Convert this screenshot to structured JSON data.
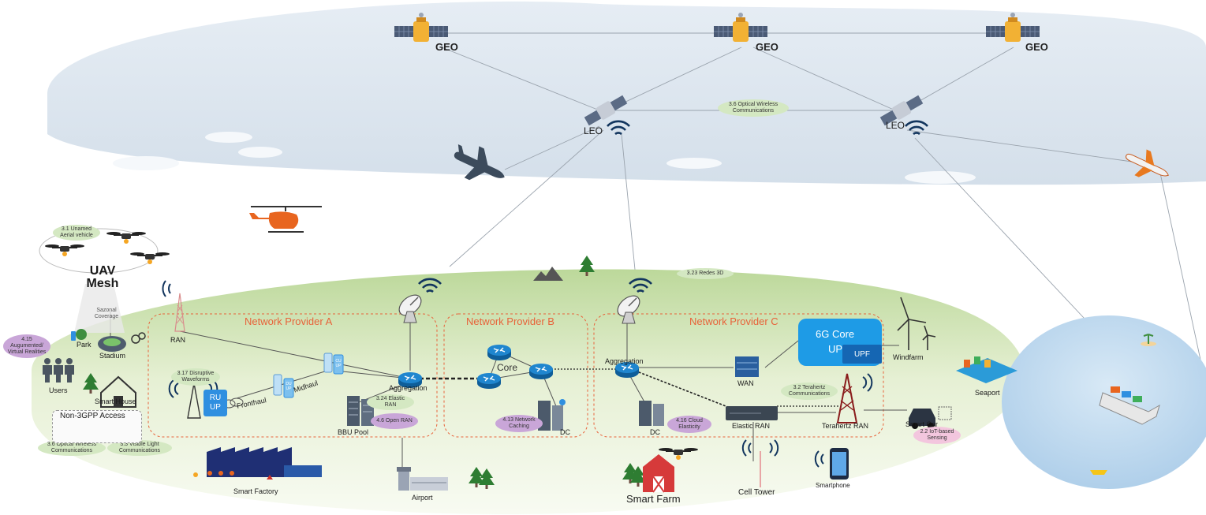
{
  "satellites": {
    "geo_label": "GEO",
    "leo_label": "LEO"
  },
  "annotations": {
    "owc_sky": "3.6 Optical Wireless Communications",
    "uav": "3.1 Unamed Aerial vehicle",
    "redes3d": "3.23 Redes 3D",
    "ar_vr": "4.15 Augumented/ Virtual Realities",
    "disruptive": "3.17 Disruptive Waveforms",
    "elastic_ran_pill": "3.24 Elastic RAN",
    "open_ran": "4.6 Open RAN",
    "net_caching": "4.13 Network Caching",
    "cloud_elasticity": "4.16 Cloud Elasticity",
    "terahertz_comm": "3.2 Terahertz Communications",
    "iot_sensing": "2.2 IoT-based Sensing",
    "owc_ground": "3.6 Optical Wireless Communications",
    "vlc": "3.3 Visible Light Communications"
  },
  "providers": {
    "a": "Network Provider A",
    "b": "Network Provider B",
    "c": "Network Provider C"
  },
  "labels": {
    "uav_mesh": "UAV Mesh",
    "sazonal": "Sazonal Coverage",
    "park": "Park",
    "stadium": "Stadium",
    "users": "Users",
    "smart_house": "Smart House",
    "non3gpp": "Non-3GPP Access",
    "ran": "RAN",
    "fronthaul": "Fronthaul",
    "midhaul": "Midhaul",
    "du_up": "DU UP",
    "cu_up": "CU UP",
    "ru_up": "RU UP",
    "aggregation_a": "Aggregation",
    "bbu_pool": "BBU Pool",
    "core": "Core",
    "dc_b": "DC",
    "aggregation_c": "Aggregation",
    "wan": "WAN",
    "core6g_line1": "6G Core",
    "core6g_line2": "UP",
    "upf": "UPF",
    "dc_c": "DC",
    "elastic_ran": "Elastic RAN",
    "terahertz_ran": "Terahertz RAN",
    "windfarm": "Windfarm",
    "seaport": "Seaport",
    "smart_car": "Smart Car",
    "smart_factory": "Smart Factory",
    "airport": "Airport",
    "smart_farm": "Smart Farm",
    "cell_tower": "Cell Tower",
    "smartphone": "Smartphone"
  },
  "colors": {
    "sky": "#dbe5ef",
    "ground_top": "#bcd89a",
    "ground_bottom": "#f7faf0",
    "sea": "#c5ddf1",
    "provider_accent": "#e8623a",
    "core6g": "#1e9be6",
    "upf": "#1566b3",
    "router": "#1a74b8",
    "satellite_panel": "#4a5a75",
    "satellite_body": "#f2b134"
  }
}
